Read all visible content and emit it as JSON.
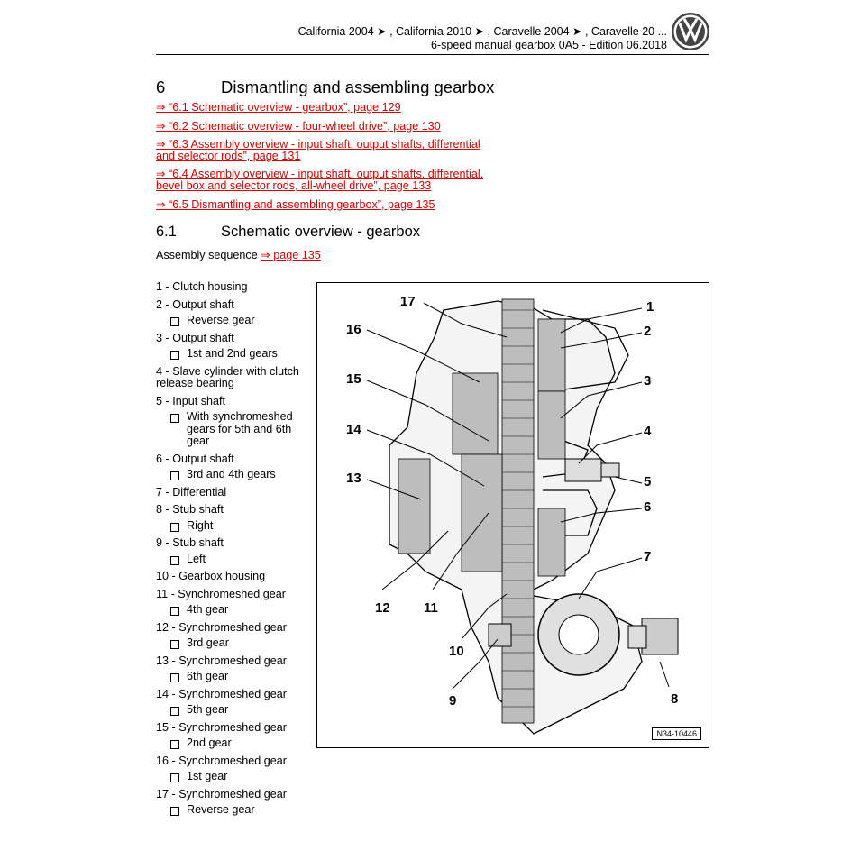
{
  "header": {
    "models": "California 2004 ➤ , California 2010 ➤ , Caravelle 2004 ➤ , Caravelle 20 ...",
    "subtitle": "6-speed manual gearbox 0A5 - Edition 06.2018"
  },
  "section": {
    "number": "6",
    "title": "Dismantling and assembling gearbox"
  },
  "links": [
    "⇒ “6.1 Schematic overview - gearbox”, page 129",
    "⇒ “6.2 Schematic overview - four-wheel drive”, page 130",
    "⇒ “6.3 Assembly overview - input shaft, output shafts, differential and selector rods”, page 131",
    "⇒ “6.4 Assembly overview - input shaft, output shafts, differential, bevel box and selector rods, all-wheel drive”, page 133",
    "⇒ “6.5 Dismantling and assembling gearbox”, page 135"
  ],
  "subsection": {
    "number": "6.1",
    "title": "Schematic overview - gearbox"
  },
  "assembly": {
    "label": "Assembly sequence",
    "link": "⇒ page 135"
  },
  "legend": [
    {
      "text": "1 - Clutch housing"
    },
    {
      "text": "2 - Output shaft",
      "sub": "Reverse gear"
    },
    {
      "text": "3 - Output shaft",
      "sub": "1st and 2nd gears"
    },
    {
      "text": "4 - Slave cylinder with clutch release bearing"
    },
    {
      "text": "5 - Input shaft",
      "sub": "With synchromeshed gears for 5th and 6th gear"
    },
    {
      "text": "6 - Output shaft",
      "sub": "3rd and 4th gears"
    },
    {
      "text": "7 - Differential"
    },
    {
      "text": "8 - Stub shaft",
      "sub": "Right"
    },
    {
      "text": "9 - Stub shaft",
      "sub": "Left"
    },
    {
      "text": "10 - Gearbox housing"
    },
    {
      "text": "11 - Synchromeshed gear",
      "sub": "4th gear"
    },
    {
      "text": "12 - Synchromeshed gear",
      "sub": "3rd gear"
    },
    {
      "text": "13 - Synchromeshed gear",
      "sub": "6th gear"
    },
    {
      "text": "14 - Synchromeshed gear",
      "sub": "5th gear"
    },
    {
      "text": "15 - Synchromeshed gear",
      "sub": "2nd gear"
    },
    {
      "text": "16 - Synchromeshed gear",
      "sub": "1st gear"
    },
    {
      "text": "17 - Synchromeshed gear",
      "sub": "Reverse gear"
    }
  ],
  "figure": {
    "callouts": [
      "17",
      "16",
      "15",
      "14",
      "13",
      "12",
      "11",
      "1",
      "2",
      "3",
      "4",
      "5",
      "6",
      "7",
      "8",
      "9",
      "10"
    ],
    "id": "N34-10446"
  }
}
